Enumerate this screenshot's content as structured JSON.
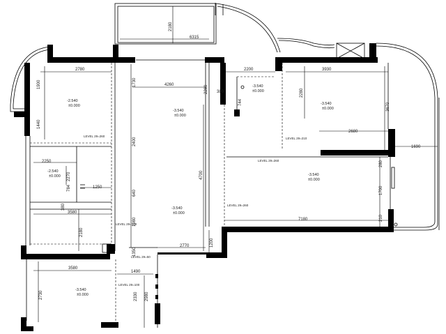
{
  "dimensions": {
    "balcony_depth": "2180",
    "balcony_width": "6315",
    "bedroom1_width": "2780",
    "bedroom1_depth": "1900",
    "bedroom1_side": "1440",
    "living_width": "4260",
    "living_depth_a": "1730",
    "living_depth_b": "2400",
    "living_depth_c": "640",
    "living_depth_d": "1980",
    "living_depth_e": "1350",
    "right_room_width": "3930",
    "right_room_depth": "2280",
    "right_room_side": "3670",
    "right_room_inner": "2680",
    "corridor_width": "2200",
    "corridor_depth": "2260",
    "small_room_width": "744",
    "small_room_side": "380",
    "bath_width": "2250",
    "bath_depth": "2270",
    "bath_offset": "784",
    "bath_inner": "1250",
    "hall_height": "4700",
    "hall_width": "7180",
    "hall_side_a": "280",
    "hall_side_b": "1700",
    "hall_side_c": "210",
    "right_edge": "1690",
    "room_mid_width": "3580",
    "room_mid_depth": "2180",
    "room_mid_offset": "380",
    "kitchen_width": "2770",
    "kitchen_side": "1200",
    "bottom_room_width": "3580",
    "bottom_room_depth": "2730",
    "bottom_offset": "1490",
    "bottom_depth_a": "2330",
    "bottom_depth_b": "2980"
  },
  "levels": {
    "bedroom1": {
      "a": "-2.540",
      "b": "±0.000"
    },
    "living": {
      "a": "-3.540",
      "b": "±0.000"
    },
    "right_room": {
      "a": "-3.540",
      "b": "±0.000"
    },
    "corridor": {
      "a": "-3.540",
      "b": "±0.000"
    },
    "bath": {
      "a": "-2.540",
      "b": "±0.000"
    },
    "hall": {
      "a": "-3.540",
      "b": "±0.000"
    },
    "dining": {
      "a": "-3.540",
      "b": "±0.000"
    },
    "bottom_room": {
      "a": "-3.540",
      "b": "±0.000"
    }
  },
  "notes": {
    "note1": "LEVEL 29=260",
    "note2": "LEVEL 29=210",
    "note3": "LEVEL 29=260",
    "note4": "LEVEL 29=260",
    "note5": "LEVEL 29=100",
    "note6": "LEVEL 29=50",
    "note7": "LEVEL 29=100"
  }
}
